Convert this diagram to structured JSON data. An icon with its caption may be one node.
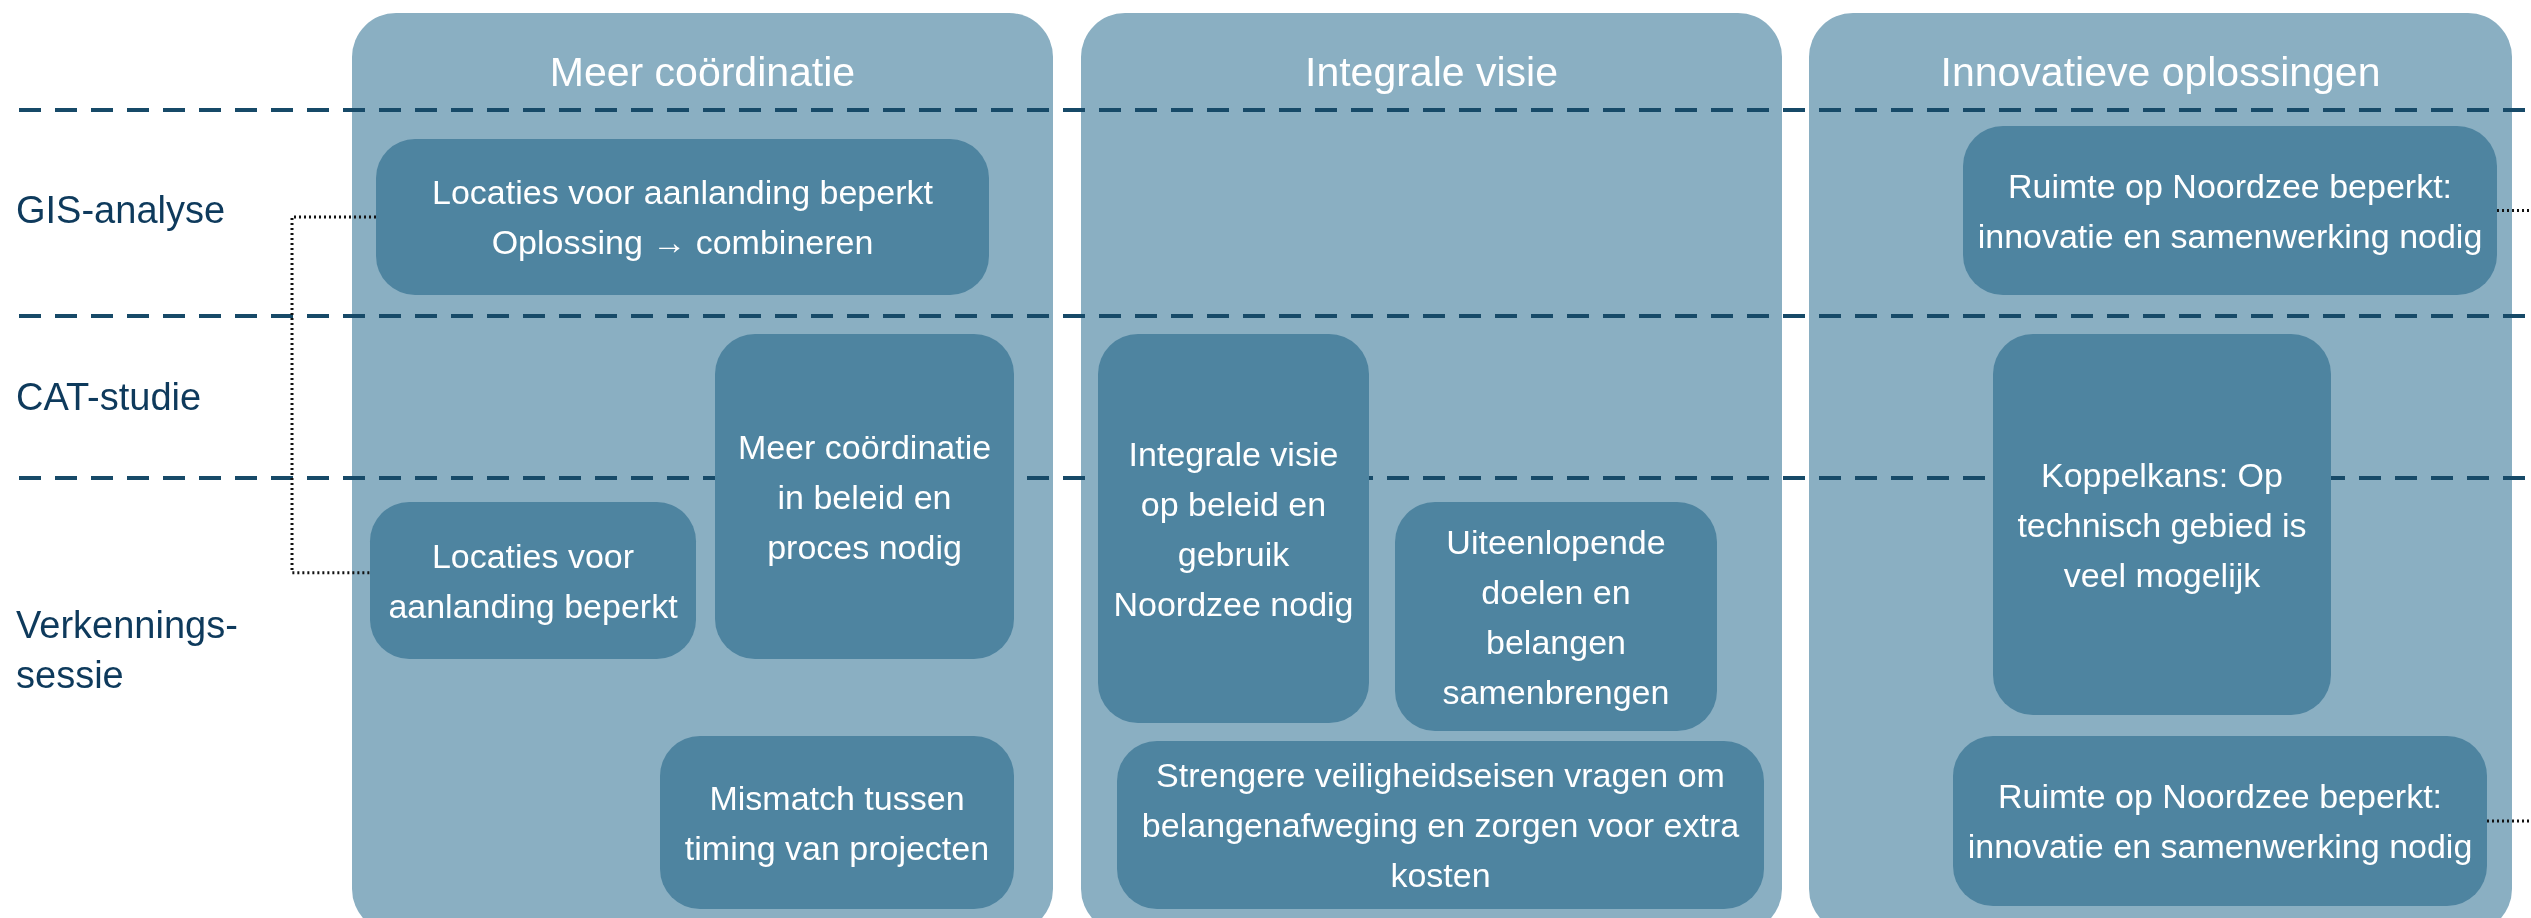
{
  "diagram": {
    "nodes": [
      {
        "text": [
          "Meer coördinatie"
        ]
      },
      {
        "text": [
          "Locaties voor aanlanding beperkt Oplossing → combineren"
        ],
        "in": 0
      },
      {
        "text": [
          "Meer coördinatie in beleid en proces nodig"
        ],
        "in": 0
      },
      {
        "text": [
          "Locaties voor aanlanding beperkt"
        ],
        "in": 0
      },
      {
        "text": [
          "Mismatch tussen timing van projecten"
        ],
        "in": 0
      },
      {
        "text": [
          "Integrale visie"
        ]
      },
      {
        "text": [
          "Integrale visie op beleid en gebruik Noordzee nodig"
        ],
        "in": 5
      },
      {
        "text": [
          "Uiteenlopende doelen en belangen samenbrengen"
        ],
        "in": 5
      },
      {
        "text": [
          "Strengere veiligheidseisen vragen om belangenafweging en zorgen voor extra kosten"
        ],
        "in": 5
      },
      {
        "text": [
          "Innovatieve oplossingen"
        ]
      },
      {
        "text": [
          "Ruimte op Noordzee beperkt: innovatie en samenwerking nodig"
        ],
        "in": 9
      },
      {
        "text": [
          "Koppelkans: Op technisch gebied is veel mogelijk"
        ],
        "in": 9
      },
      {
        "text": [
          "Ruimte op Noordzee beperkt: innovatie en samenwerking nodig"
        ],
        "in": 9
      }
    ],
    "edges": [
      {
        "from": 1,
        "to": 3,
        "arrow": "none",
        "style": "dashed"
      },
      {
        "from": 10,
        "to": null,
        "arrow": "none",
        "style": "dashed"
      },
      {
        "from": 12,
        "to": null,
        "arrow": "none",
        "style": "dashed"
      }
    ],
    "labels": [
      "GIS-analyse",
      "CAT-studie",
      "Verkennings-sessie"
    ]
  }
}
